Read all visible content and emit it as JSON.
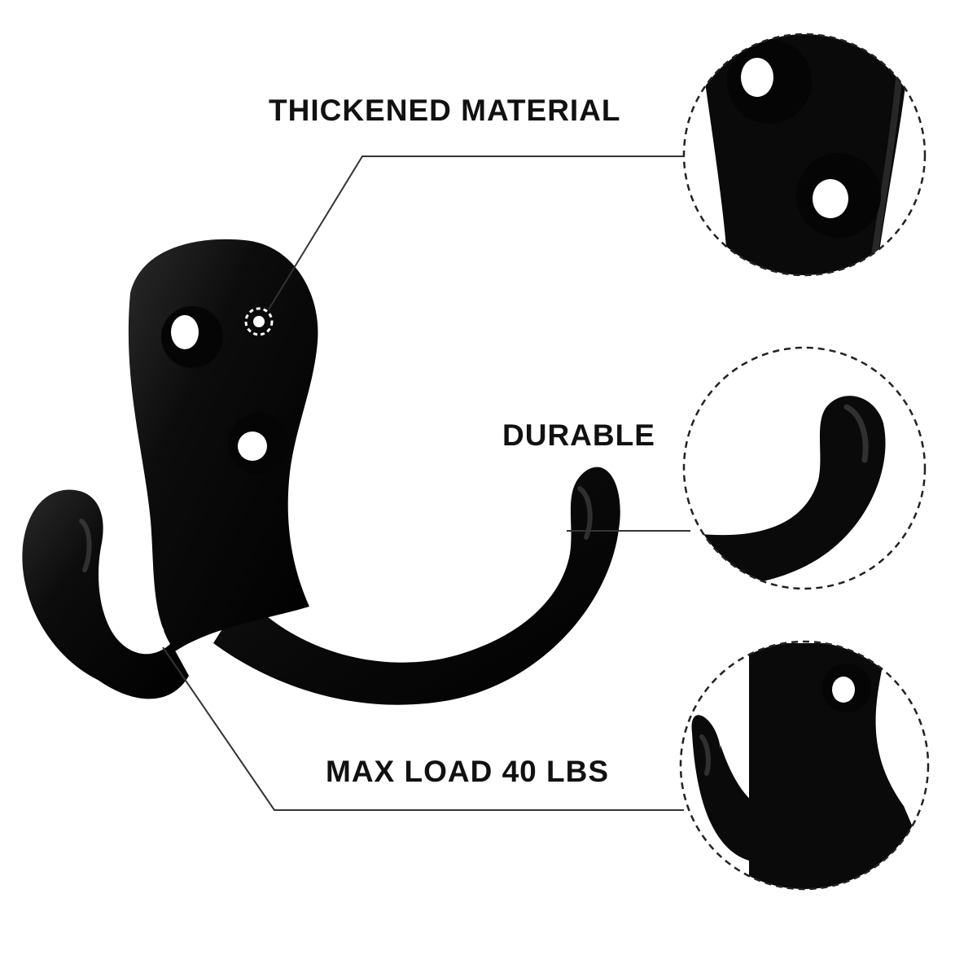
{
  "features": {
    "thickened_material": "THICKENED MATERIAL",
    "durable": "DURABLE",
    "max_load": "MAX LOAD 40 LBS"
  },
  "colors": {
    "background": "#ffffff",
    "hook": "#0a0a0a",
    "text": "#111111",
    "leader_line": "#333333",
    "marker": "#ffffff"
  },
  "icons": {
    "callout_marker": "dashed-ring-target-icon",
    "detail_frame": "dashed-circle-magnifier"
  }
}
